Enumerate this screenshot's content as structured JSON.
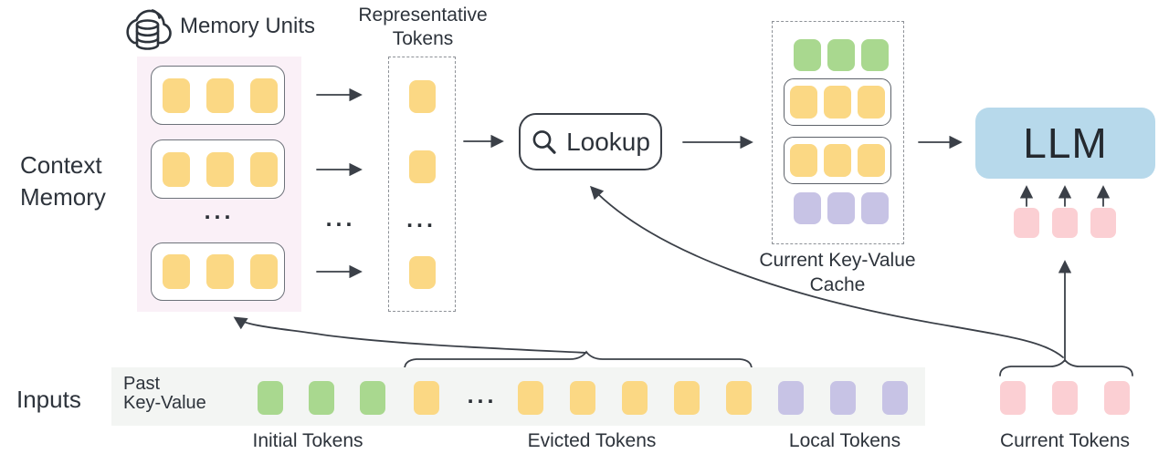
{
  "figure": {
    "context_memory": {
      "title": "Context\nMemory",
      "cloud_label": "Memory Units",
      "tokens_per_unit": 3,
      "ellipsis": "..."
    },
    "representative": {
      "title": "Representative\nTokens",
      "ellipsis": "..."
    },
    "between_columns_ellipsis": "...",
    "lookup": {
      "label": "Lookup"
    },
    "cache": {
      "title": "Current Key-Value\nCache",
      "tokens_per_row": 3
    },
    "llm": {
      "label": "LLM",
      "input_token_count": 3
    },
    "inputs": {
      "title": "Inputs",
      "past_kv_label": "Past\nKey-Value",
      "initial": {
        "label": "Initial Tokens",
        "count": 3
      },
      "evicted": {
        "label": "Evicted Tokens",
        "head_count": 1,
        "ellipsis": "...",
        "tail_count": 5
      },
      "local": {
        "label": "Local Tokens",
        "count": 3
      },
      "current": {
        "label": "Current Tokens",
        "count": 3
      }
    },
    "colors": {
      "memory_token": "#FBD884",
      "initial_token": "#A9D88F",
      "local_token": "#C7C3E5",
      "current_token": "#FBCFD3",
      "llm_box": "#B7D9EB",
      "memory_panel_bg": "#FAF0F7",
      "inputs_strip_bg": "#F3F5F3",
      "line_ink": "#3B4048"
    }
  }
}
